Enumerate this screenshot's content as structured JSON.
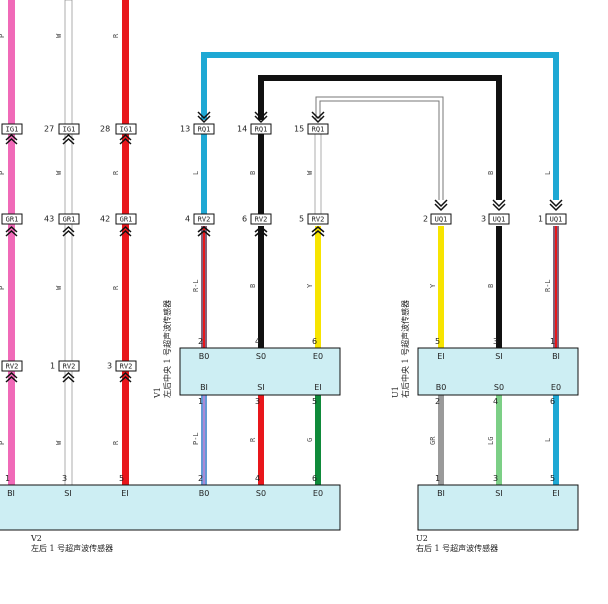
{
  "colors": {
    "pink": "#f06ab8",
    "white": "#ffffff",
    "red": "#e8161b",
    "blue": "#1ea8d4",
    "black": "#111111",
    "yellow": "#f7e400",
    "green": "#0f8a3a",
    "light_green": "#7ccf86",
    "gray": "#9a9a9a",
    "purple": "#a98ad6",
    "block_fill": "#cdeef3"
  },
  "wire_labels": {
    "pink": "P",
    "white": "W",
    "red": "R",
    "blue": "L",
    "black": "B",
    "yellow": "Y",
    "red_blue": "R-L",
    "purple_blue": "P-L",
    "green": "G",
    "gray": "GR",
    "light_green": "LG"
  },
  "connectors": {
    "ig1": {
      "name": "IG1",
      "pins": [
        "",
        "27",
        "28"
      ]
    },
    "gr1": {
      "name": "GR1",
      "pins": [
        "",
        "43",
        "42"
      ]
    },
    "rv2_left": {
      "name": "RV2",
      "pins": [
        "",
        "1",
        "3"
      ]
    },
    "rq1": {
      "name": "RQ1",
      "pins": [
        "13",
        "14",
        "15"
      ]
    },
    "rv2_mid": {
      "name": "RV2",
      "pins": [
        "4",
        "6",
        "5"
      ]
    },
    "uq1": {
      "name": "UQ1",
      "pins": [
        "2",
        "3",
        "1"
      ]
    }
  },
  "v1": {
    "id": "V1",
    "name": "左后中央 1 号超声波传感器",
    "top_terminals": [
      "B0",
      "S0",
      "E0"
    ],
    "top_pins": [
      "2",
      "4",
      "6"
    ],
    "bottom_terminals": [
      "BI",
      "SI",
      "EI"
    ],
    "bottom_pins": [
      "1",
      "3",
      "5"
    ]
  },
  "u1": {
    "id": "U1",
    "name": "右后中央 1 号超声波传感器",
    "top_terminals": [
      "EI",
      "SI",
      "BI"
    ],
    "top_pins": [
      "5",
      "3",
      "1"
    ],
    "bottom_terminals": [
      "B0",
      "S0",
      "E0"
    ],
    "bottom_pins": [
      "2",
      "4",
      "6"
    ]
  },
  "v2": {
    "id": "V2",
    "name": "左后 1 号超声波传感器",
    "terminals": [
      "BI",
      "SI",
      "EI",
      "B0",
      "S0",
      "E0"
    ],
    "pins": [
      "1",
      "3",
      "5",
      "2",
      "4",
      "6"
    ]
  },
  "u2": {
    "id": "U2",
    "name": "右后 1 号超声波传感器",
    "terminals": [
      "BI",
      "SI",
      "EI"
    ],
    "pins": [
      "1",
      "3",
      "5"
    ]
  }
}
